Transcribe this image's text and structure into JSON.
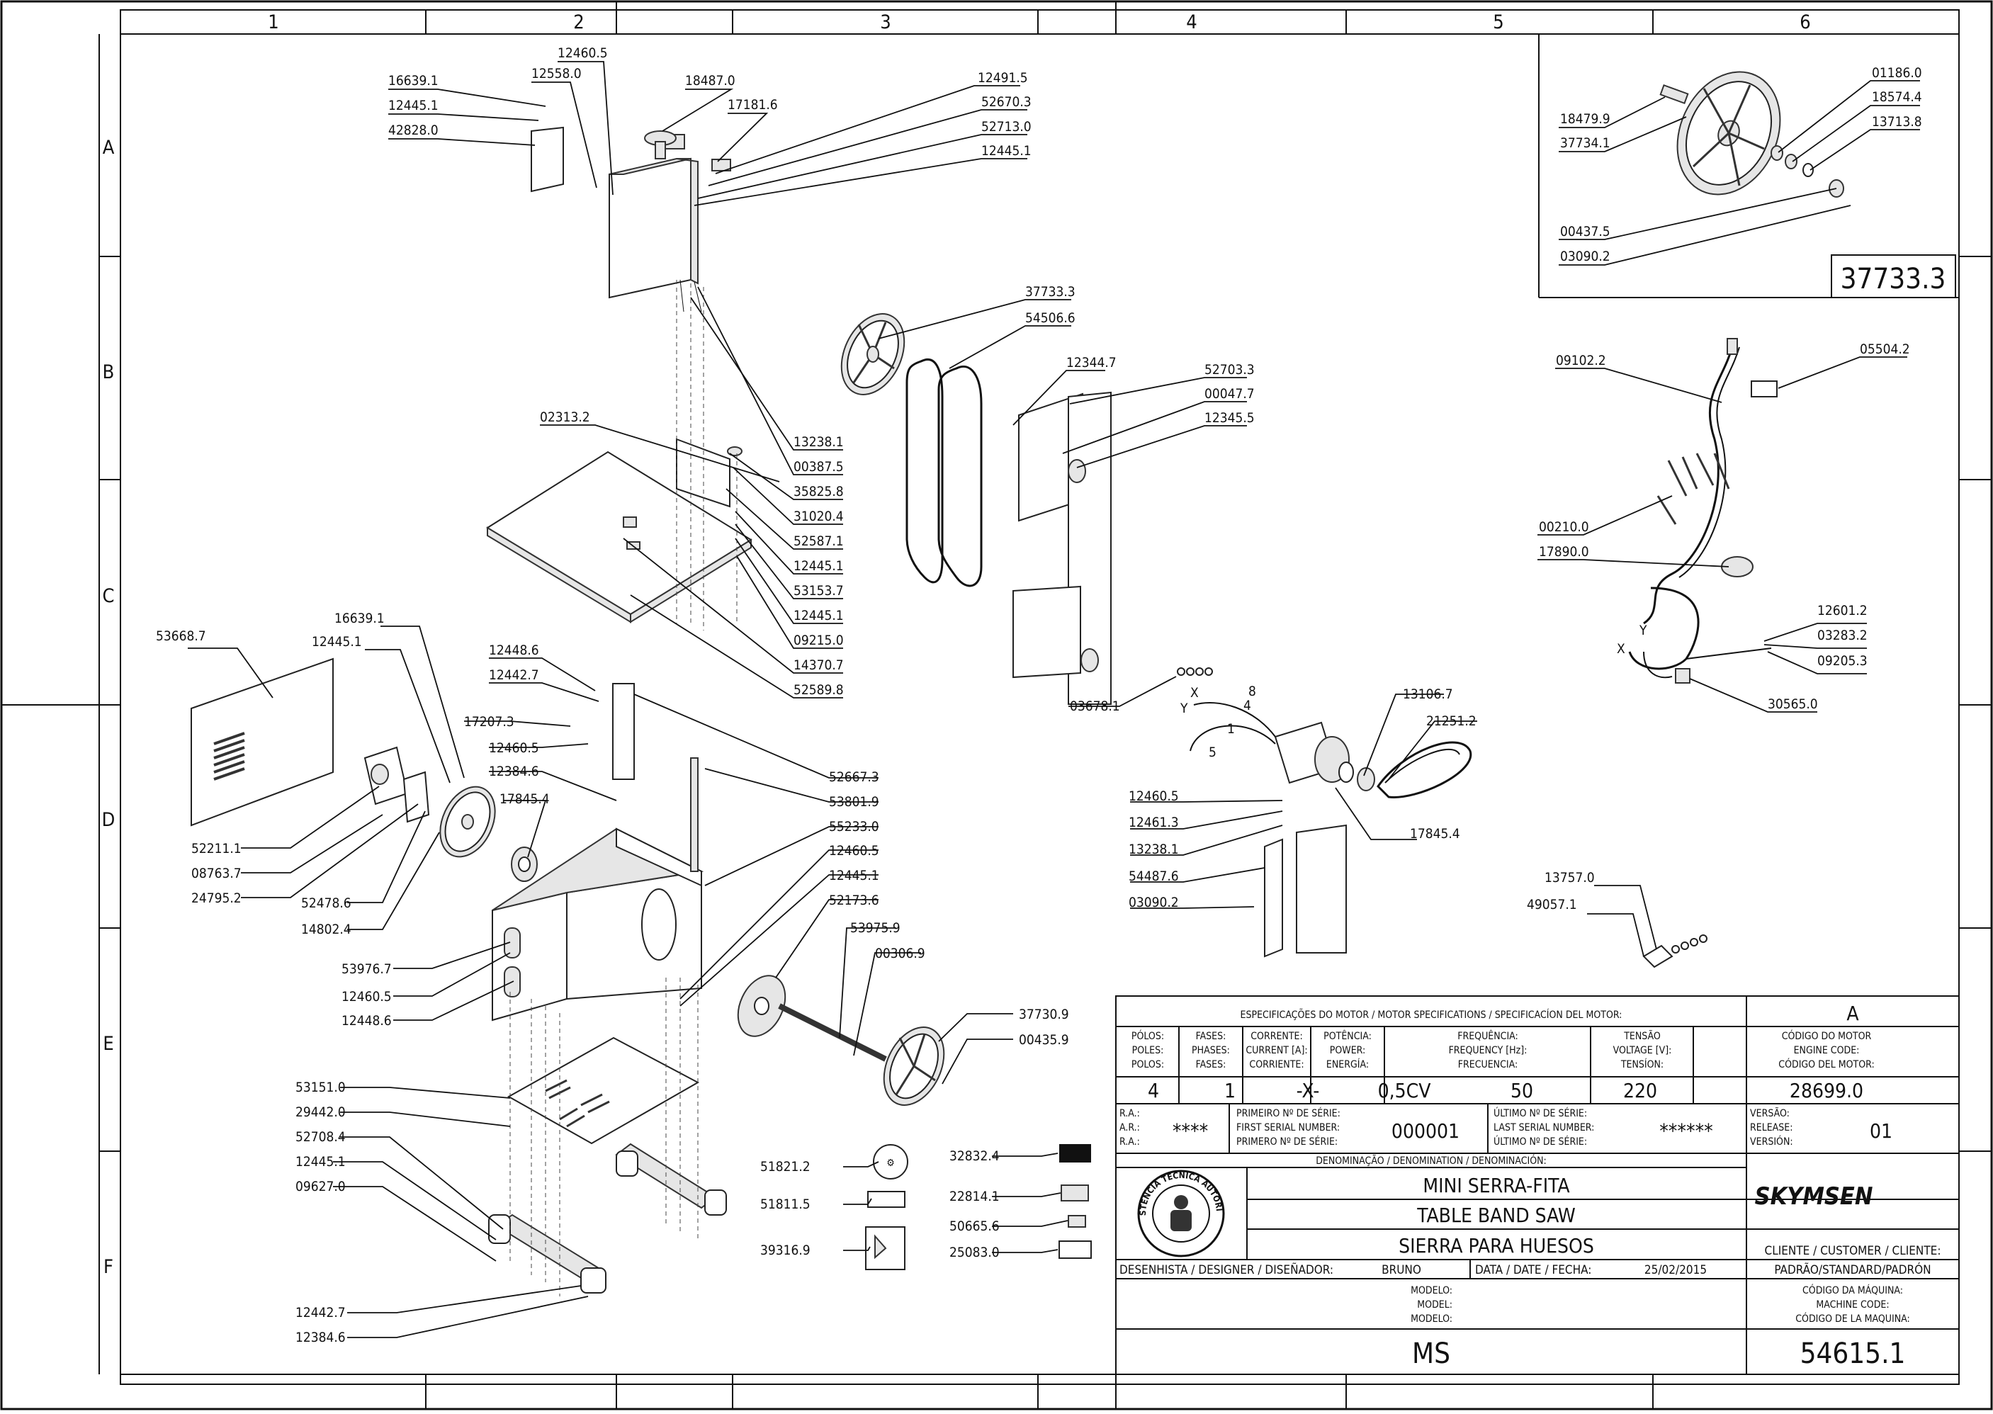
{
  "grid": {
    "columns": [
      "1",
      "2",
      "3",
      "4",
      "5",
      "6"
    ],
    "rows": [
      "A",
      "B",
      "C",
      "D",
      "E",
      "F"
    ]
  },
  "labels": {
    "l01": "16639.1",
    "l02": "12445.1",
    "l03": "42828.0",
    "l04": "12460.5",
    "l05": "12558.0",
    "l06": "18487.0",
    "l07": "17181.6",
    "l08": "12491.5",
    "l09": "52670.3",
    "l10": "52713.0",
    "l11": "12445.1",
    "l12": "37733.3",
    "l13": "54506.6",
    "l14": "12344.7",
    "l15": "52703.3",
    "l16": "00047.7",
    "l17": "12345.5",
    "l18": "02313.2",
    "l19": "13238.1",
    "l20": "00387.5",
    "l21": "35825.8",
    "l22": "31020.4",
    "l23": "52587.1",
    "l24": "12445.1",
    "l25": "53153.7",
    "l26": "12445.1",
    "l27": "09215.0",
    "l28": "14370.7",
    "l29": "52589.8",
    "l30": "16639.1",
    "l31": "12445.1",
    "l32": "53668.7",
    "l33": "12448.6",
    "l34": "12442.7",
    "l35": "17207.3",
    "l36": "12460.5",
    "l37": "12384.6",
    "l38": "17845.4",
    "l39": "52667.3",
    "l40": "53801.9",
    "l41": "55233.0",
    "l42": "12460.5",
    "l43": "12445.1",
    "l44": "52173.6",
    "l45": "53975.9",
    "l46": "00306.9",
    "l47": "52211.1",
    "l48": "08763.7",
    "l49": "24795.2",
    "l50": "52478.6",
    "l51": "14802.4",
    "l52": "53976.7",
    "l53": "12460.5",
    "l54": "12448.6",
    "l55": "37730.9",
    "l56": "00435.9",
    "l57": "53151.0",
    "l58": "29442.0",
    "l59": "52708.4",
    "l60": "12445.1",
    "l61": "09627.0",
    "l62": "12442.7",
    "l63": "12384.6",
    "l64": "51821.2",
    "l65": "51811.5",
    "l66": "39316.9",
    "l67": "32832.4",
    "l68": "22814.1",
    "l69": "50665.6",
    "l70": "25083.0",
    "l71": "03678.1",
    "l72": "13106.7",
    "l73": "21251.2",
    "l74": "12460.5",
    "l75": "12461.3",
    "l76": "13238.1",
    "l77": "54487.6",
    "l78": "03090.2",
    "l79": "17845.4",
    "l80": "18479.9",
    "l81": "37734.1",
    "l82": "01186.0",
    "l83": "18574.4",
    "l84": "13713.8",
    "l85": "00437.5",
    "l86": "03090.2",
    "l87": "09102.2",
    "l88": "05504.2",
    "l89": "00210.0",
    "l90": "17890.0",
    "l91": "12601.2",
    "l92": "03283.2",
    "l93": "09205.3",
    "l94": "30565.0",
    "l95": "13757.0",
    "l96": "49057.1",
    "m_x": "X",
    "m_y": "Y",
    "m_8": "8",
    "m_4": "4",
    "m_1": "1",
    "m_5": "5",
    "c_x": "X",
    "c_y": "Y"
  },
  "detail_box": {
    "code": "37733.3"
  },
  "title_block": {
    "motor_spec_header": "ESPECIFICAÇÕES DO MOTOR / MOTOR SPECIFICATIONS / SPECIFICACÍON DEL MOTOR:",
    "rev": "A",
    "poles": [
      "PÓLOS:",
      "POLES:",
      "POLOS:"
    ],
    "phases": [
      "FASES:",
      "PHASES:",
      "FASES:"
    ],
    "current": [
      "CORRENTE:",
      "CURRENT [A]:",
      "CORRIENTE:"
    ],
    "power": [
      "POTÊNCIA:",
      "POWER:",
      "ENERGÍA:"
    ],
    "frequency": [
      "FREQUÊNCIA:",
      "FREQUENCY [Hz]:",
      "FRECUENCIA:"
    ],
    "voltage": [
      "TENSÃO",
      "VOLTAGE [V]:",
      "TENSÍON:"
    ],
    "engine_code": [
      "CÓDIGO DO MOTOR",
      "ENGINE CODE:",
      "CÓDIGO DEL MOTOR:"
    ],
    "v_poles": "4",
    "v_phases": "1",
    "v_current": "-X-",
    "v_power": "0,5CV",
    "v_freq": "50",
    "v_voltage": "220",
    "v_engine": "28699.0",
    "ra": [
      "R.A.:",
      "A.R.:",
      "R.A.:"
    ],
    "ra_value": "****",
    "first_serial": [
      "PRIMEIRO Nº DE SÉRIE:",
      "FIRST SERIAL NUMBER:",
      "PRIMERO Nº DE SÉRIE:"
    ],
    "first_serial_value": "000001",
    "last_serial": [
      "ÚLTIMO Nº DE SÉRIE:",
      "LAST SERIAL NUMBER:",
      "ÚLTIMO Nº DE SÉRIE:"
    ],
    "last_serial_value": "******",
    "version": [
      "VERSÃO:",
      "RELEASE:",
      "VERSIÓN:"
    ],
    "version_value": "01",
    "denomination": "DENOMINAÇÃO / DENOMINATION / DENOMINACIÓN:",
    "name_pt": "MINI SERRA-FITA",
    "name_en": "TABLE BAND SAW",
    "name_es": "SIERRA PARA HUESOS",
    "brand": "SKYMSEN",
    "stamp_text": "ASSISTÊNCIA TÉCNICA AUTORIZADA",
    "client_label": "CLIENTE / CUSTOMER / CLIENTE:",
    "client_value": "PADRÃO/STANDARD/PADRÓN",
    "designer_label": "DESENHISTA / DESIGNER / DISEÑADOR:",
    "designer_value": "BRUNO",
    "date_label": "DATA / DATE / FECHA:",
    "date_value": "25/02/2015",
    "model": [
      "MODELO:",
      "MODEL:",
      "MODELO:"
    ],
    "machine_code": [
      "CÓDIGO DA MÁQUINA:",
      "MACHINE CODE:",
      "CÓDIGO DE LA MAQUINA:"
    ],
    "model_value": "MS",
    "machine_code_value": "54615.1"
  }
}
